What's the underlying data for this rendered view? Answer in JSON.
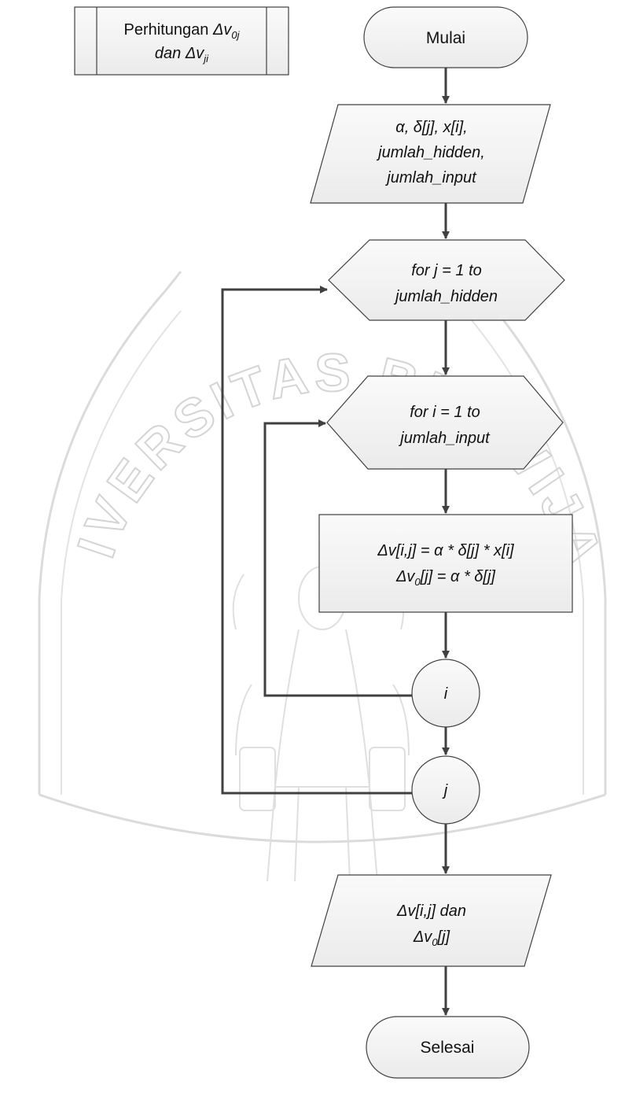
{
  "diagram": {
    "subprocess_box": {
      "line1_text": "Perhitungan ",
      "line1_var": "Δv",
      "line1_sub": "0j",
      "line2_text": "dan ",
      "line2_var": "Δv",
      "line2_sub": "ji"
    },
    "start_terminal": "Mulai",
    "input_box": {
      "line1": "α, δ[j], x[i],",
      "line2": "jumlah_hidden,",
      "line3": "jumlah_input"
    },
    "loop_j": {
      "line1": "for j = 1 to",
      "line2": "jumlah_hidden"
    },
    "loop_i": {
      "line1": "for i = 1 to",
      "line2": "jumlah_input"
    },
    "process_box": {
      "line1": "Δv[i,j] = α * δ[j] * x[i]",
      "line2_a": "Δv",
      "line2_sub": "0",
      "line2_b": "[j] = α * δ[j]"
    },
    "connector_i": "i",
    "connector_j": "j",
    "output_box": {
      "line1": "Δv[i,j] dan",
      "line2_a": "Δv",
      "line2_sub": "0",
      "line2_b": "[j]"
    },
    "end_terminal": "Selesai"
  },
  "watermark": {
    "top_arc": "UNIVERSITAS BRAWIJAYA"
  },
  "colors": {
    "stroke": "#404040",
    "fill": "#f2f2f2",
    "arrow": "#404040",
    "watermark": "#d0d0d0"
  }
}
